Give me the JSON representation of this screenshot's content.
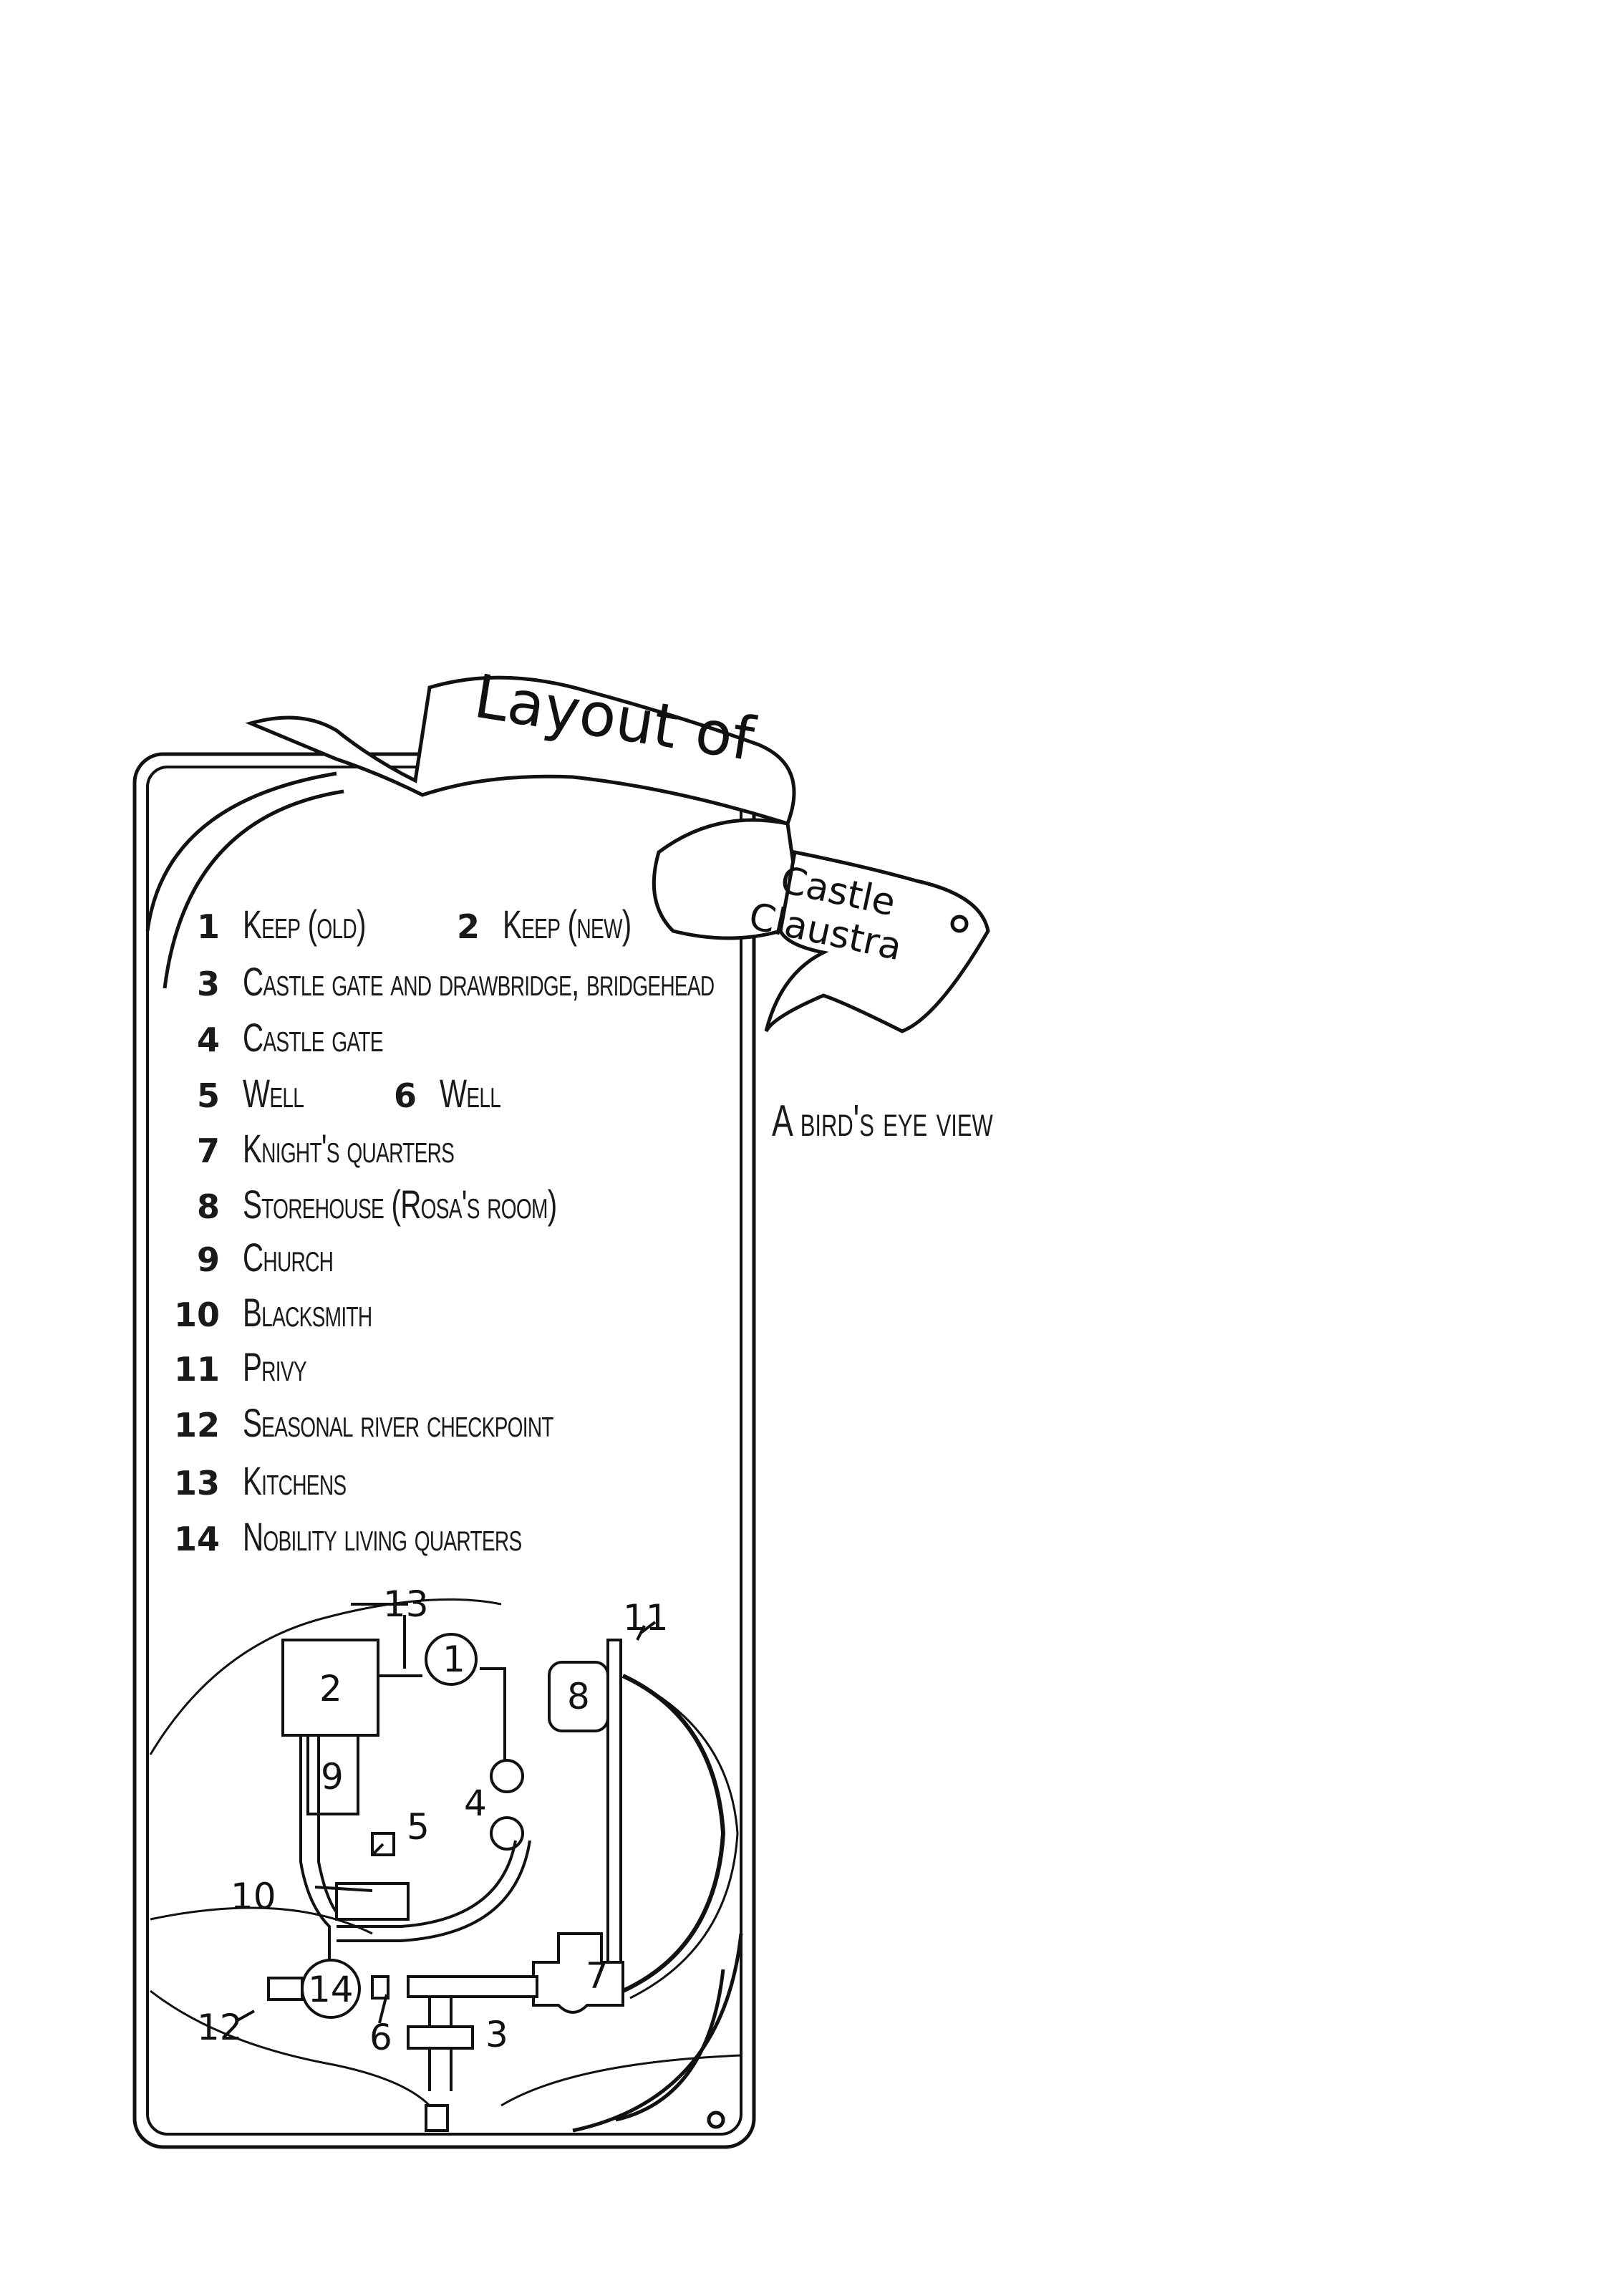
{
  "banner": {
    "line1": "Layout of",
    "line2": "Castle",
    "line3": "Claustra"
  },
  "subtitle": "A bird's eye view",
  "legend": [
    {
      "num": "1",
      "label": "Keep (old)"
    },
    {
      "num": "2",
      "label": "Keep (new)"
    },
    {
      "num": "3",
      "label": "Castle gate and drawbridge, bridgehead"
    },
    {
      "num": "4",
      "label": "Castle gate"
    },
    {
      "num": "5",
      "label": "Well"
    },
    {
      "num": "6",
      "label": "Well"
    },
    {
      "num": "7",
      "label": "Knight's quarters"
    },
    {
      "num": "8",
      "label": "Storehouse (Rosa's room)"
    },
    {
      "num": "9",
      "label": "Church"
    },
    {
      "num": "10",
      "label": "Blacksmith"
    },
    {
      "num": "11",
      "label": "Privy"
    },
    {
      "num": "12",
      "label": "Seasonal river checkpoint"
    },
    {
      "num": "13",
      "label": "Kitchens"
    },
    {
      "num": "14",
      "label": "Nobility living quarters"
    }
  ],
  "map_labels": {
    "l1": "1",
    "l2": "2",
    "l3": "3",
    "l4": "4",
    "l5": "5",
    "l6": "6",
    "l7": "7",
    "l8": "8",
    "l9": "9",
    "l10": "10",
    "l11": "11",
    "l12": "12",
    "l13": "13",
    "l14": "14"
  }
}
